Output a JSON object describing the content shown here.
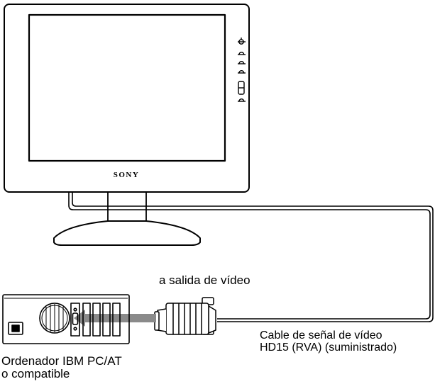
{
  "monitor": {
    "brand": "SONY",
    "control_buttons": [
      "power-button",
      "control-button-1",
      "control-button-2",
      "control-button-3",
      "control-switch",
      "control-button-4"
    ]
  },
  "labels": {
    "video_output": "a salida de vídeo",
    "cable_line1": "Cable de señal de vídeo",
    "cable_line2": "HD15 (RVA) (suministrado)",
    "computer_line1": "Ordenador IBM PC/AT",
    "computer_line2": "o compatible"
  },
  "colors": {
    "line": "#000000",
    "arrow": "#8a8a8a",
    "background": "#ffffff"
  }
}
